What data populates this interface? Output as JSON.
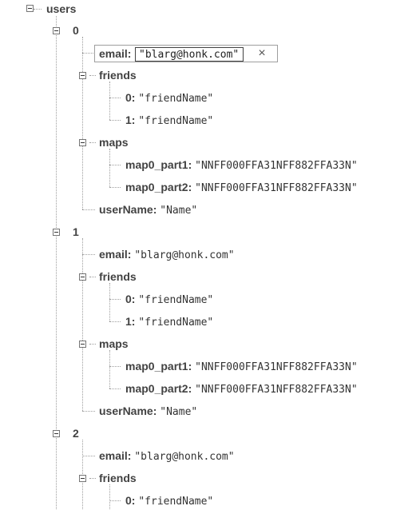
{
  "root": {
    "key": "users"
  },
  "users": [
    {
      "index": "0",
      "email_key": "email:",
      "email_value": "\"blarg@honk.com\"",
      "friends_key": "friends",
      "friends": [
        {
          "key": "0:",
          "value": "\"friendName\""
        },
        {
          "key": "1:",
          "value": "\"friendName\""
        }
      ],
      "maps_key": "maps",
      "maps": [
        {
          "key": "map0_part1:",
          "value": "\"NNFF000FFA31NFF882FFA33N\""
        },
        {
          "key": "map0_part2:",
          "value": "\"NNFF000FFA31NFF882FFA33N\""
        }
      ],
      "username_key": "userName:",
      "username_value": "\"Name\""
    },
    {
      "index": "1",
      "email_key": "email:",
      "email_value": "\"blarg@honk.com\"",
      "friends_key": "friends",
      "friends": [
        {
          "key": "0:",
          "value": "\"friendName\""
        },
        {
          "key": "1:",
          "value": "\"friendName\""
        }
      ],
      "maps_key": "maps",
      "maps": [
        {
          "key": "map0_part1:",
          "value": "\"NNFF000FFA31NFF882FFA33N\""
        },
        {
          "key": "map0_part2:",
          "value": "\"NNFF000FFA31NFF882FFA33N\""
        }
      ],
      "username_key": "userName:",
      "username_value": "\"Name\""
    },
    {
      "index": "2",
      "email_key": "email:",
      "email_value": "\"blarg@honk.com\"",
      "friends_key": "friends",
      "friends": [
        {
          "key": "0:",
          "value": "\"friendName\""
        }
      ]
    }
  ],
  "editor": {
    "value": "\"blarg@honk.com\"",
    "close_icon": "×",
    "close_icon_name": "close-icon"
  }
}
